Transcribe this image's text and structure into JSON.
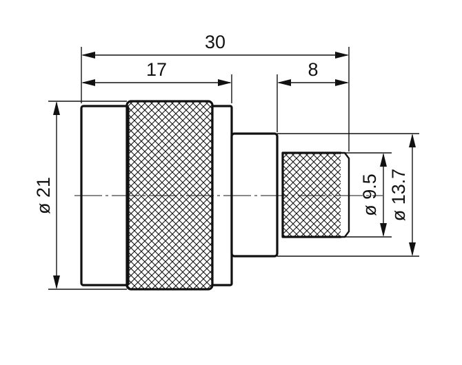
{
  "dimensions": {
    "total_length": "30",
    "body_length": "17",
    "tail_length": "8",
    "outer_diameter": "ø 21",
    "knurl_diameter": "ø 9.5",
    "tail_diameter": "ø 13.7"
  }
}
